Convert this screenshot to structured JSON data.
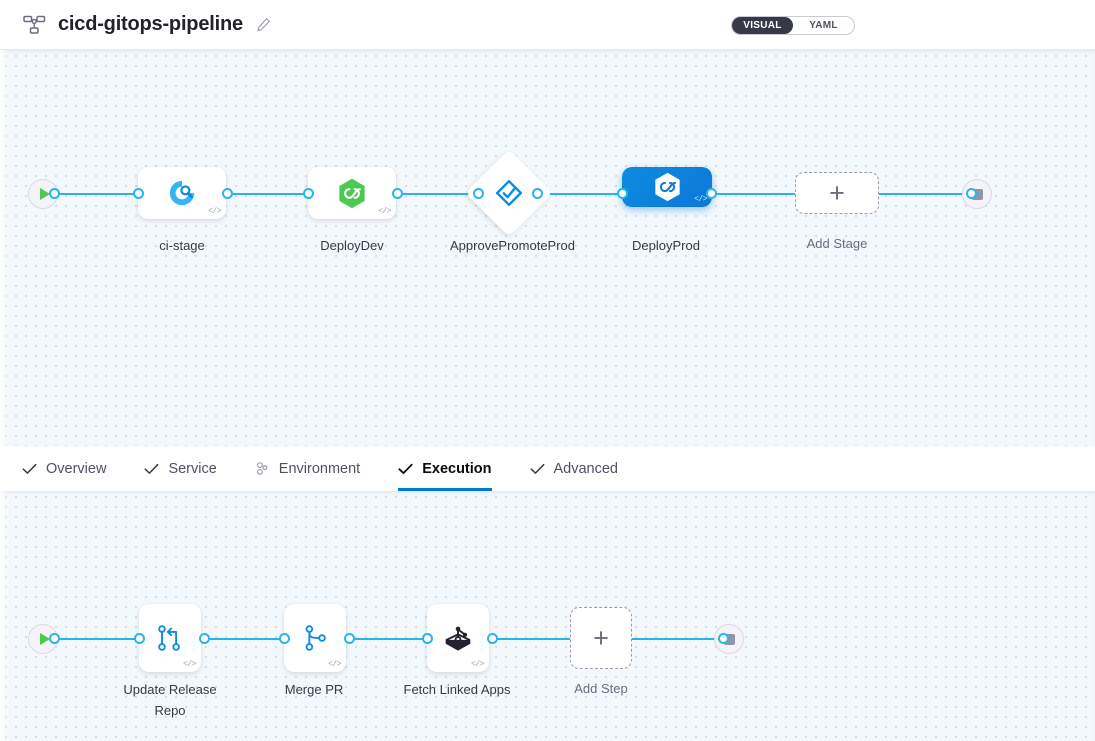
{
  "header": {
    "icon": "pipeline-diagram-icon",
    "title": "cicd-gitops-pipeline",
    "edit_icon": "pencil-edit-icon",
    "toggle": {
      "options": [
        "VISUAL",
        "YAML"
      ],
      "active": "VISUAL"
    }
  },
  "tabs": [
    {
      "label": "Overview",
      "icon": "check-icon",
      "active": false
    },
    {
      "label": "Service",
      "icon": "check-icon",
      "active": false
    },
    {
      "label": "Environment",
      "icon": "infrastructure-icon",
      "active": false
    },
    {
      "label": "Execution",
      "icon": "check-icon",
      "active": true
    },
    {
      "label": "Advanced",
      "icon": "check-icon",
      "active": false
    }
  ],
  "stage_graph": {
    "start_icon": "play-start-icon",
    "end_icon": "stop-end-icon",
    "code_badge": "</>",
    "add_stage": {
      "label": "Add Stage",
      "icon": "plus-icon"
    },
    "stages": [
      {
        "name": "ci-stage",
        "icon": "harness-ci-icon",
        "type": "rect",
        "selected": false
      },
      {
        "name": "DeployDev",
        "icon": "harness-cd-green-icon",
        "type": "rect",
        "selected": false
      },
      {
        "name": "ApprovePromoteProd",
        "icon": "approval-check-icon",
        "type": "diamond",
        "selected": false
      },
      {
        "name": "DeployProd",
        "icon": "harness-cd-white-icon",
        "type": "rect",
        "selected": true
      }
    ]
  },
  "step_graph": {
    "start_icon": "play-start-icon",
    "end_icon": "stop-end-icon",
    "code_badge": "</>",
    "add_step": {
      "label": "Add Step",
      "icon": "plus-icon"
    },
    "steps": [
      {
        "name": "Update Release Repo",
        "icon": "git-branch-update-icon"
      },
      {
        "name": "Merge PR",
        "icon": "git-pull-request-icon"
      },
      {
        "name": "Fetch Linked Apps",
        "icon": "argocd-squid-icon"
      }
    ]
  },
  "colors": {
    "accent_blue": "#0278d5",
    "connector_blue": "#29b5e8",
    "selected_node": "#0d78d8",
    "start_green": "#4dc952",
    "canvas_bg": "#f3f8fd",
    "toggle_active": "#383946"
  }
}
